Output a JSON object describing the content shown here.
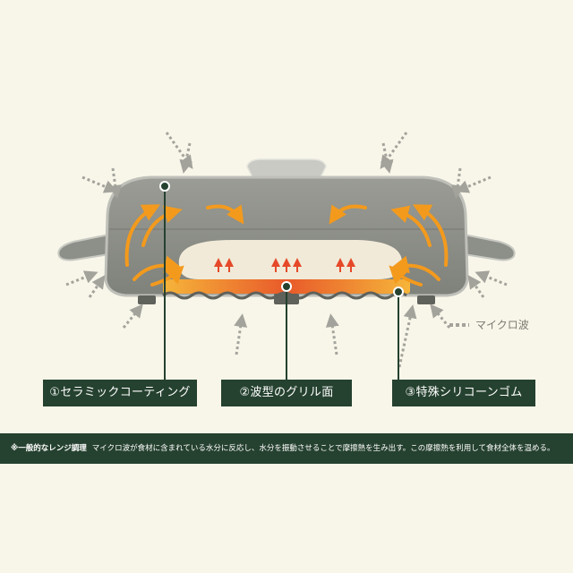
{
  "labels": {
    "ceramic": "①セラミックコーティング",
    "grill": "②波型のグリル面",
    "silicone": "③特殊シリコーンゴム"
  },
  "legend": {
    "microwave": "マイクロ波"
  },
  "footer": {
    "title": "※一般的なレンジ調理",
    "body": "マイクロ波が食材に含まれている水分に反応し、水分を振動させることで摩擦熱を生み出す。この摩擦熱を利用して食材全体を温める。"
  },
  "colors": {
    "background": "#f8f6e9",
    "label_bg": "#25412f",
    "body_gray": "#8a8c86",
    "heat_orange": "#f39a1d",
    "heat_red": "#e5492a"
  }
}
